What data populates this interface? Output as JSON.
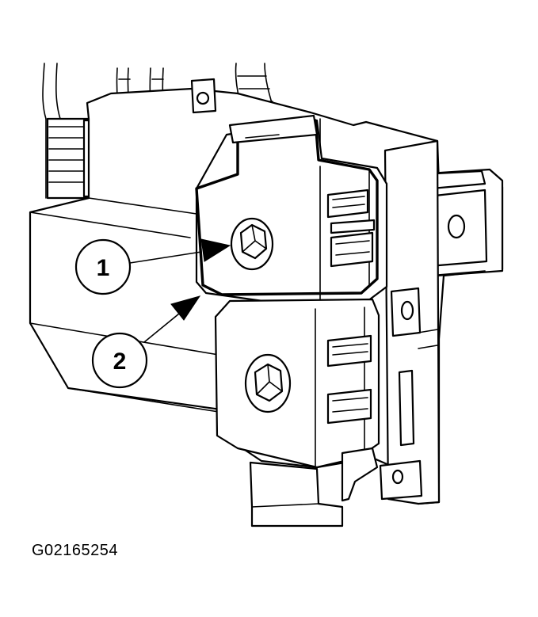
{
  "figure": {
    "callouts": [
      {
        "number": "1"
      },
      {
        "number": "2"
      }
    ],
    "figure_id": "G02165254"
  }
}
